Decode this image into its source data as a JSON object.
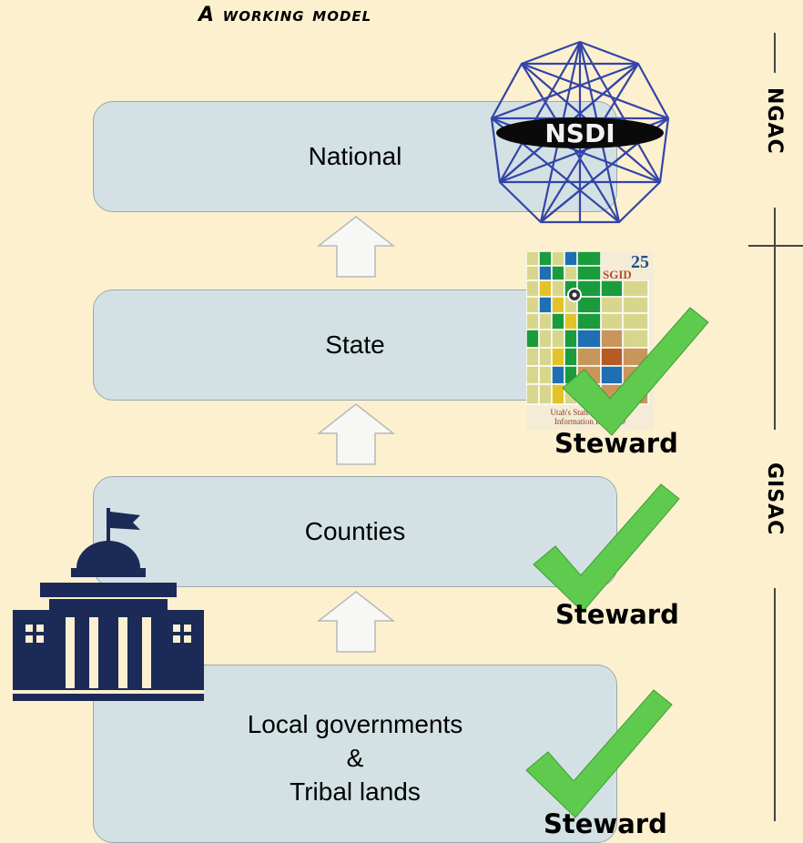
{
  "title": "A working model",
  "tiers": {
    "national": "National",
    "state": "State",
    "counties": "Counties",
    "local_line1": "Local governments",
    "local_line2": "&",
    "local_line3": "Tribal lands"
  },
  "steward_label": "Steward",
  "side_labels": {
    "top": "NGAC",
    "bottom": "GISAC"
  },
  "nsdi_logo_text": "NSDI",
  "sgid_logo": {
    "number": "25",
    "abbr": "SGID",
    "caption_line1": "Utah's State Geographic",
    "caption_line2": "Information Database"
  },
  "colors": {
    "background": "#fdf0cf",
    "tier_fill": "#d3e1e4",
    "check_green": "#5fcb4e",
    "building_navy": "#1b2a57",
    "nsdi_blue": "#3345a8"
  },
  "icons": [
    "nsdi-logo",
    "sgid-logo",
    "government-building-icon",
    "checkmark-icon",
    "up-arrow-icon"
  ]
}
